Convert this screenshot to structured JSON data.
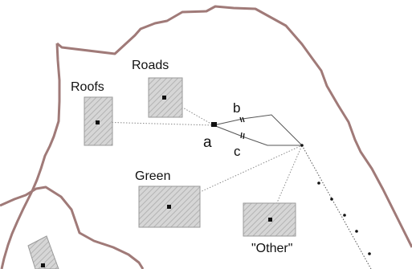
{
  "colors": {
    "boundary": "#a07a78",
    "box_fill": "#d6d6d6",
    "box_stroke": "#9a9a9a",
    "hatch": "#b8b8b8",
    "node": "#111111",
    "dotted_link": "#8a8a8a",
    "solid_link": "#555555"
  },
  "labels": {
    "roads": "Roads",
    "roofs": "Roofs",
    "green": "Green",
    "other": "\"Other\"",
    "a": "a",
    "b": "b",
    "c": "c"
  }
}
